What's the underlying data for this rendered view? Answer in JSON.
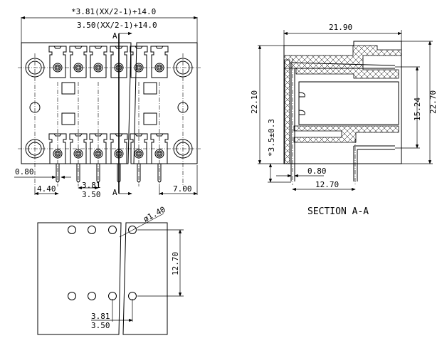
{
  "front_view": {
    "dim_total_381": "*3.81(XX/2-1)+14.0",
    "dim_total_350": "3.50(XX/2-1)+14.0",
    "section_mark_top": "A",
    "section_mark_bottom": "A",
    "dim_pin_dia": "0.80",
    "dim_edge_left": "4.40",
    "dim_pitch_381": "3.81",
    "dim_pitch_350": "3.50",
    "dim_edge_right": "7.00"
  },
  "section_view": {
    "dim_width": "21.90",
    "dim_height_221": "22.10",
    "dim_pin_height": "15.24",
    "dim_height_227": "22.70",
    "dim_pin_len": "*3.5±0.3",
    "dim_pin_dia": "0.80",
    "dim_pin_spacing": "12.70",
    "title": "SECTION A-A"
  },
  "pcb_layout": {
    "dim_hole_dia": "ø1.40",
    "dim_row_spacing": "12.70",
    "dim_pitch_381": "3.81",
    "dim_pitch_350": "3.50"
  }
}
